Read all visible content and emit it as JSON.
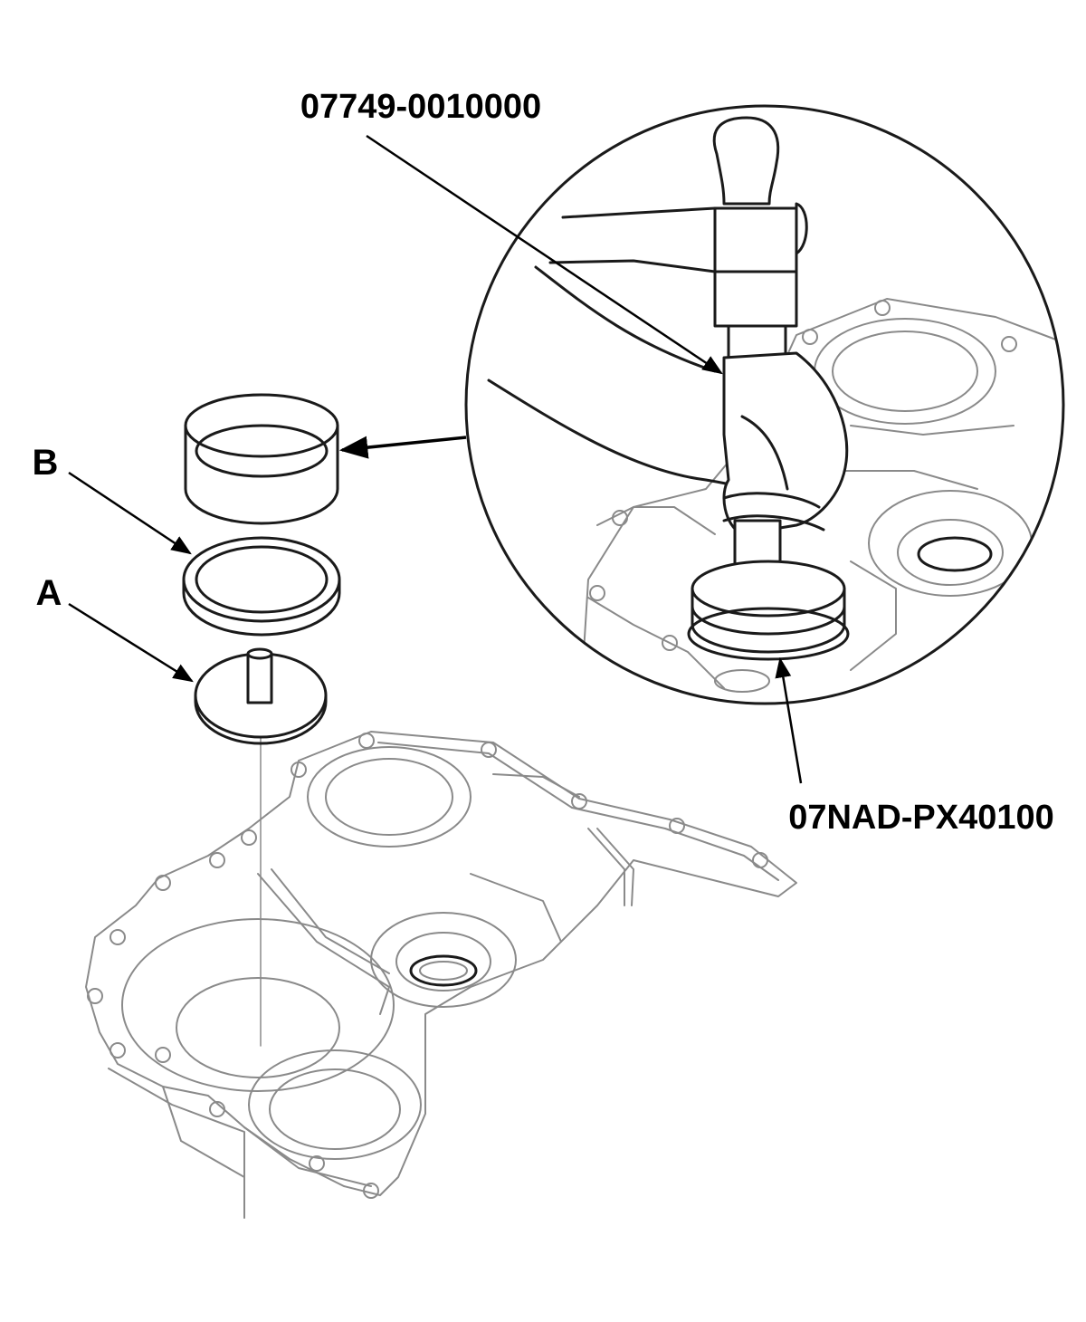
{
  "labels": {
    "part_b": "B",
    "part_a": "A",
    "tool_driver": "07749-0010000",
    "tool_attachment": "07NAD-PX40100"
  },
  "colors": {
    "line_dark": "#1a1a1a",
    "line_light": "#8a8a8a",
    "background": "#ffffff"
  }
}
